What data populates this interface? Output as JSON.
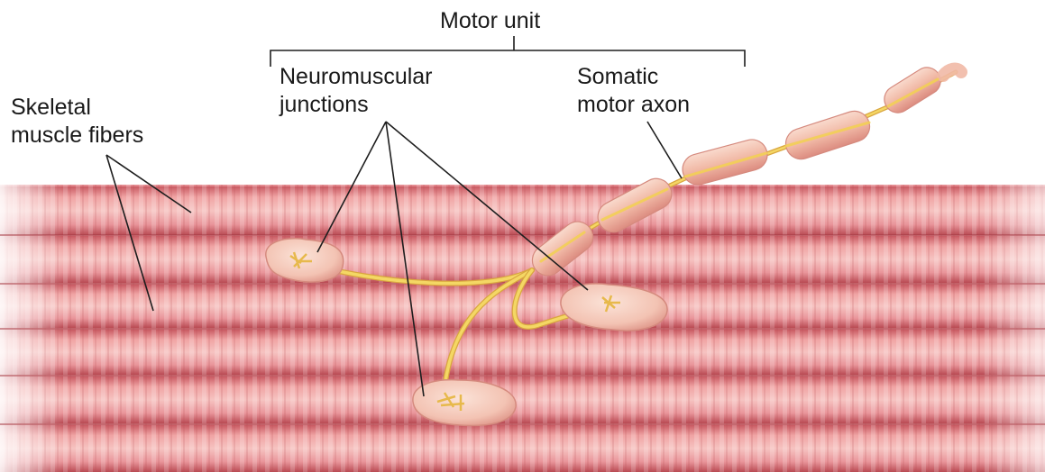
{
  "labels": {
    "motor_unit": "Motor unit",
    "neuromuscular_junctions": [
      "Neuromuscular",
      "junctions"
    ],
    "somatic_motor_axon": [
      "Somatic",
      "motor axon"
    ],
    "skeletal_muscle_fibers": [
      "Skeletal",
      "muscle fibers"
    ]
  },
  "colors": {
    "muscle": "#e98e92",
    "muscle_dark": "#c85058",
    "muscle_light": "#f6c6c4",
    "axon_sheath": "#f3bfae",
    "axon_core": "#f2d15e",
    "junction": "#f5cdbf",
    "leader_line": "#1e1e1e"
  }
}
